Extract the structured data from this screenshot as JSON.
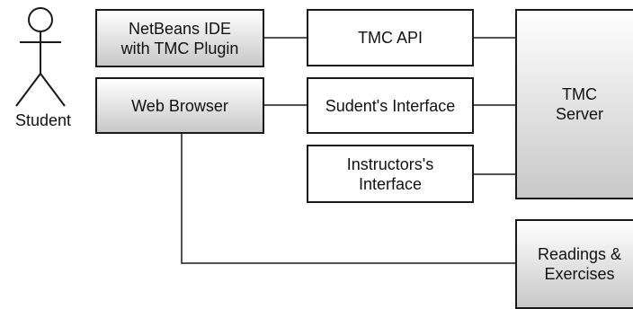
{
  "actor": {
    "label": "Student"
  },
  "boxes": {
    "netbeans": "NetBeans IDE\nwith TMC Plugin",
    "browser": "Web Browser",
    "tmc_api": "TMC API",
    "student_interface": "Sudent's Interface",
    "instructor_interface": "Instructors's\nInterface",
    "tmc_server": "TMC\nServer",
    "readings": "Readings &\nExercises"
  }
}
